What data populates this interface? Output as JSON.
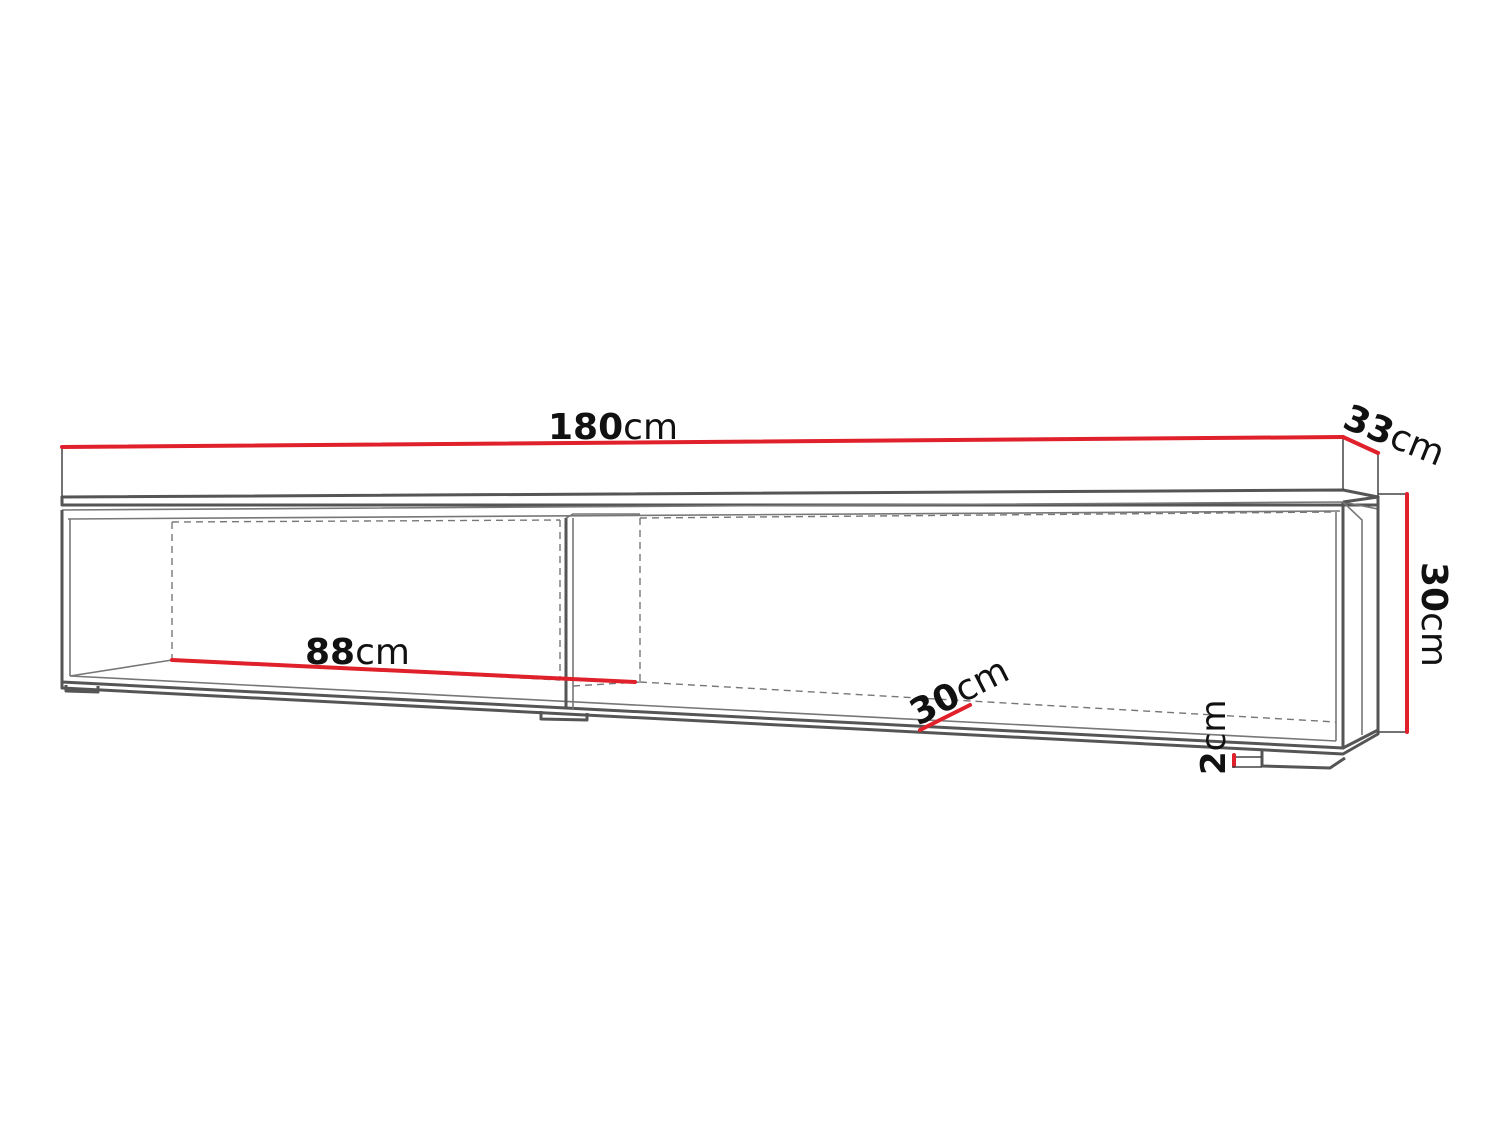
{
  "colors": {
    "dimension": "#e0202a",
    "outline": "#555555",
    "text": "#111111"
  },
  "dimensions": {
    "width": {
      "value": "180",
      "unit": "cm"
    },
    "depth": {
      "value": "33",
      "unit": "cm"
    },
    "height": {
      "value": "30",
      "unit": "cm"
    },
    "compartment_width": {
      "value": "88",
      "unit": "cm"
    },
    "compartment_depth": {
      "value": "30",
      "unit": "cm"
    },
    "leg_height": {
      "value": "2",
      "unit": "cm"
    }
  }
}
